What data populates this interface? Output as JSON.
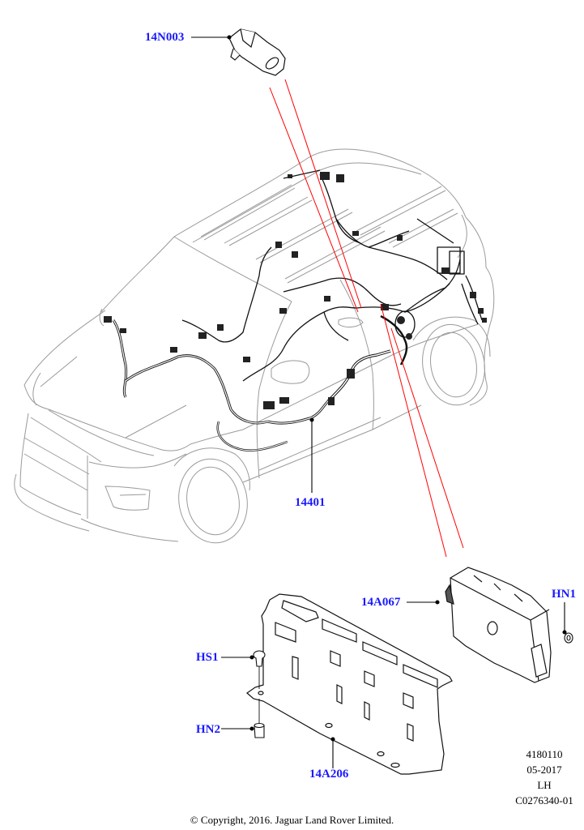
{
  "diagram": {
    "label_color": "#1a1aff",
    "leader_color": "#000000",
    "guide_color": "#ff0000",
    "outline_color": "#9a9a9a",
    "callouts": [
      {
        "id": "14N003",
        "label": "14N003",
        "part": "antenna-module"
      },
      {
        "id": "14401",
        "label": "14401",
        "part": "main-wiring-harness"
      },
      {
        "id": "14A067",
        "label": "14A067",
        "part": "control-module"
      },
      {
        "id": "HN1",
        "label": "HN1",
        "part": "nut"
      },
      {
        "id": "HS1",
        "label": "HS1",
        "part": "screw"
      },
      {
        "id": "HN2",
        "label": "HN2",
        "part": "clip-nut"
      },
      {
        "id": "14A206",
        "label": "14A206",
        "part": "mounting-bracket"
      }
    ]
  },
  "meta": {
    "code": "4180110",
    "date": "05-2017",
    "side": "LH",
    "ref": "C0276340-01"
  },
  "copyright": "© Copyright, 2016. Jaguar Land Rover Limited."
}
